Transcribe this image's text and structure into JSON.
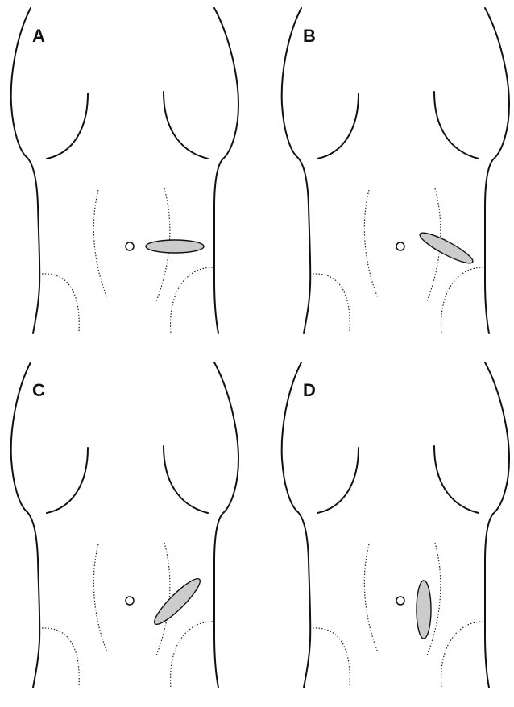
{
  "figure": {
    "panels": [
      {
        "id": "A",
        "label": "A",
        "incision_orientation": "transverse",
        "incision_angle_deg": 0
      },
      {
        "id": "B",
        "label": "B",
        "incision_orientation": "oblique",
        "incision_angle_deg": 28
      },
      {
        "id": "C",
        "label": "C",
        "incision_orientation": "oblique",
        "incision_angle_deg": -45
      },
      {
        "id": "D",
        "label": "D",
        "incision_orientation": "vertical",
        "incision_angle_deg": 90
      }
    ],
    "colors": {
      "outline": "#111111",
      "incision_fill": "#cccccc",
      "background": "#ffffff"
    }
  }
}
